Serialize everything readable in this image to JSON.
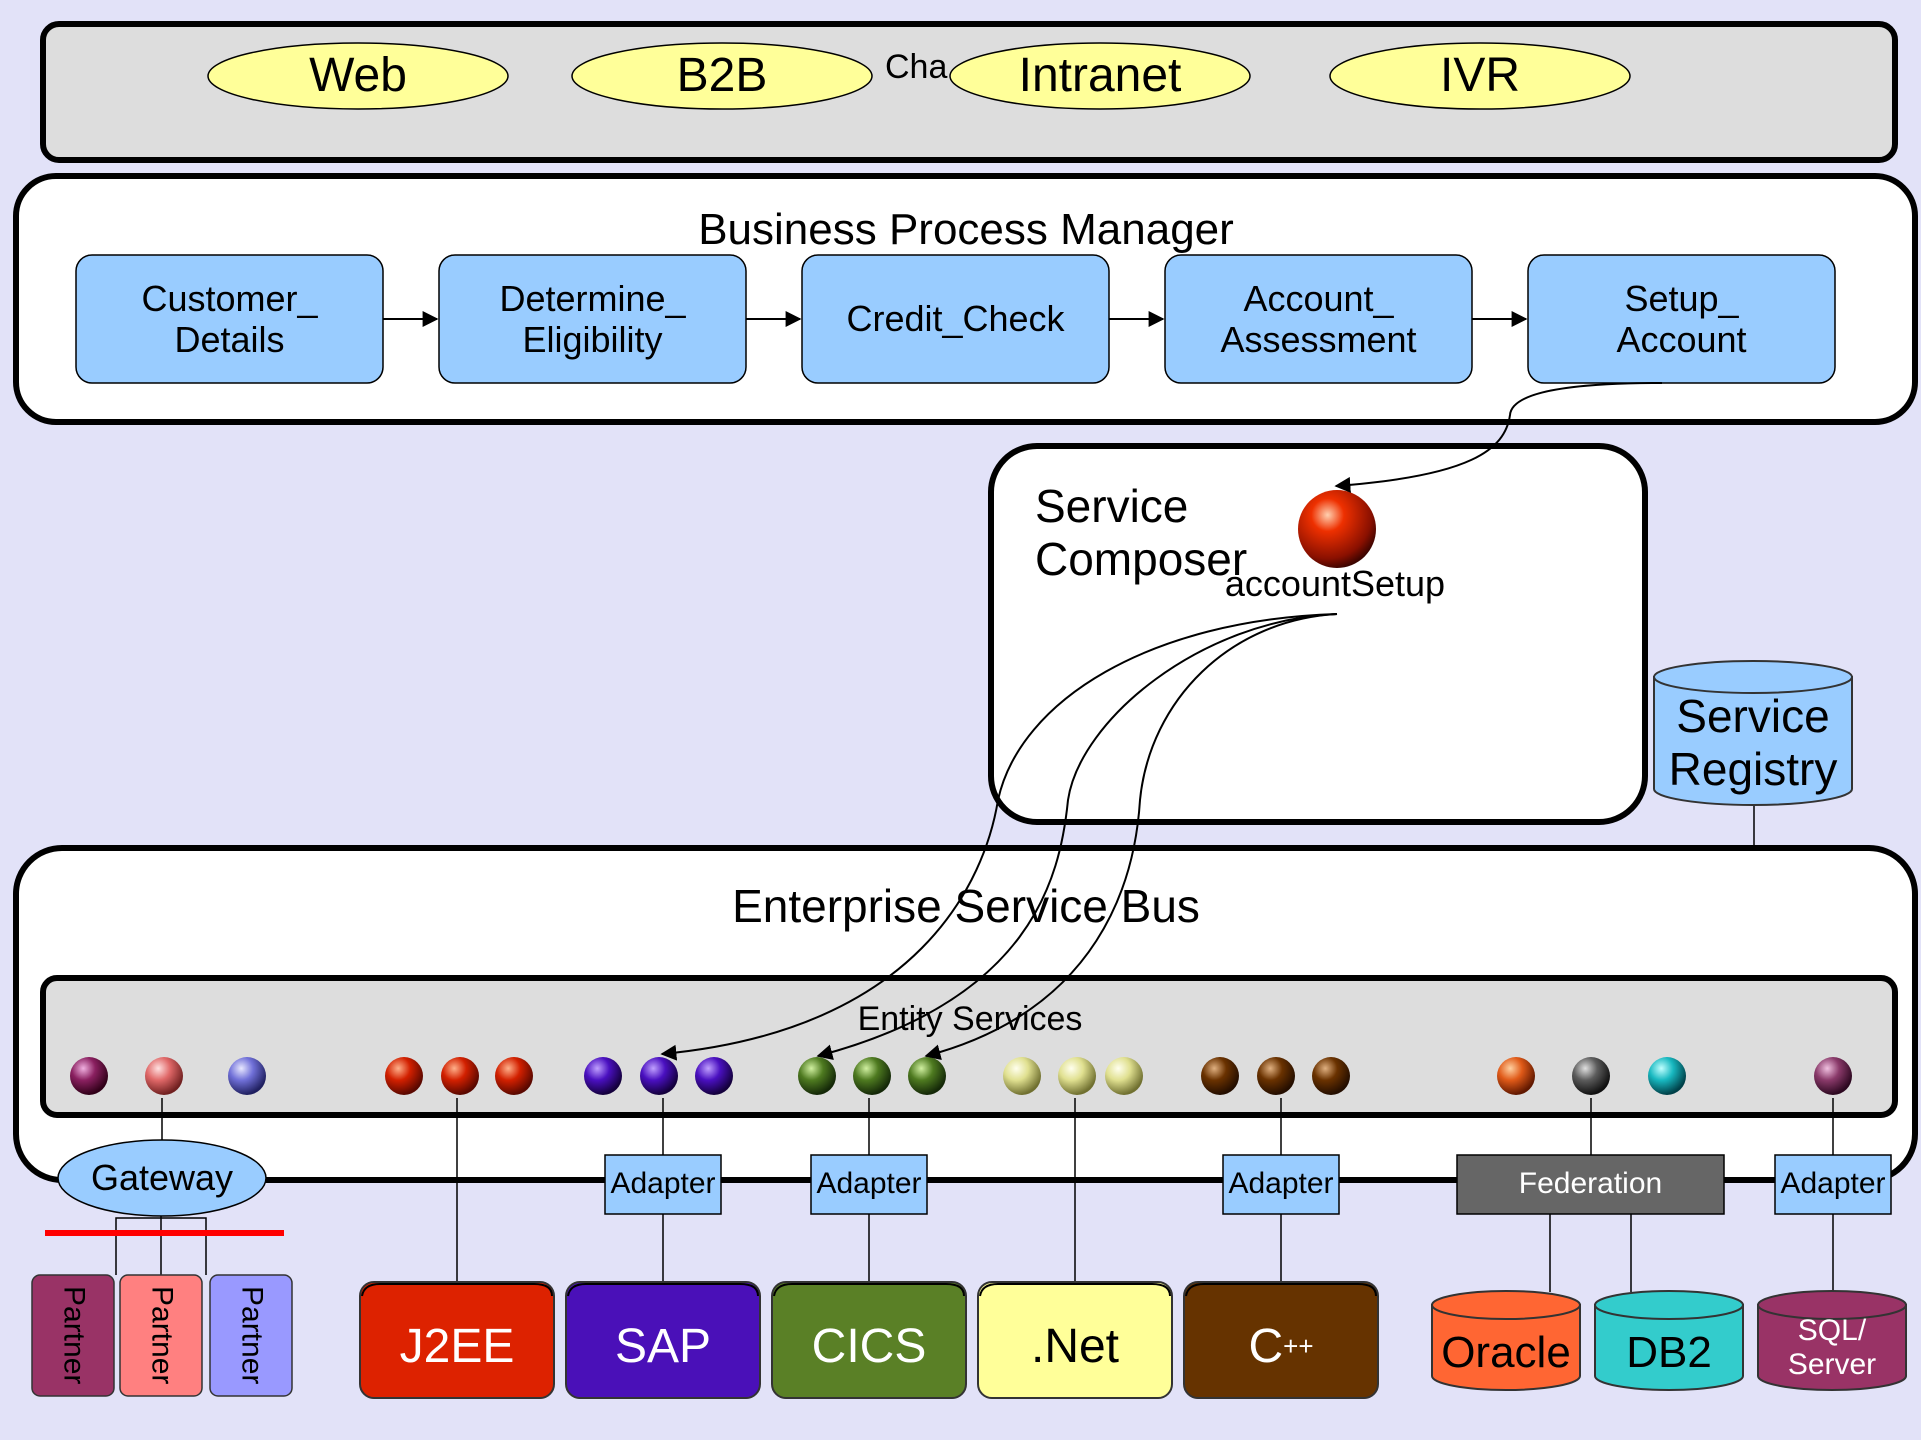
{
  "colors": {
    "background": "#e2e2f8",
    "channel_oval": "#ffff99",
    "process_box": "#99ccff",
    "federation": "#666666",
    "partner_red_line": "#ff0000"
  },
  "channels": {
    "label": "Cha",
    "items": [
      "Web",
      "B2B",
      "Intranet",
      "IVR"
    ]
  },
  "bpm": {
    "title": "Business Process Manager",
    "steps": [
      "Customer_\nDetails",
      "Determine_\nEligibility",
      "Credit_Check",
      "Account_\nAssessment",
      "Setup_\nAccount"
    ]
  },
  "composer": {
    "title": "Service\nComposer",
    "service_label": "accountSetup"
  },
  "registry": {
    "label": "Service\nRegistry"
  },
  "esb": {
    "title": "Enterprise Service Bus"
  },
  "entity_services": {
    "label": "Entity Services"
  },
  "gateway": {
    "label": "Gateway"
  },
  "adapters": {
    "label": "Adapter",
    "federation_label": "Federation"
  },
  "partners": [
    "Partner",
    "Partner",
    "Partner"
  ],
  "backends": [
    "J2EE",
    "SAP",
    "CICS",
    ".Net",
    "C"
  ],
  "backend_superscript": "++",
  "databases": [
    "Oracle",
    "DB2",
    "SQL/\nServer"
  ]
}
